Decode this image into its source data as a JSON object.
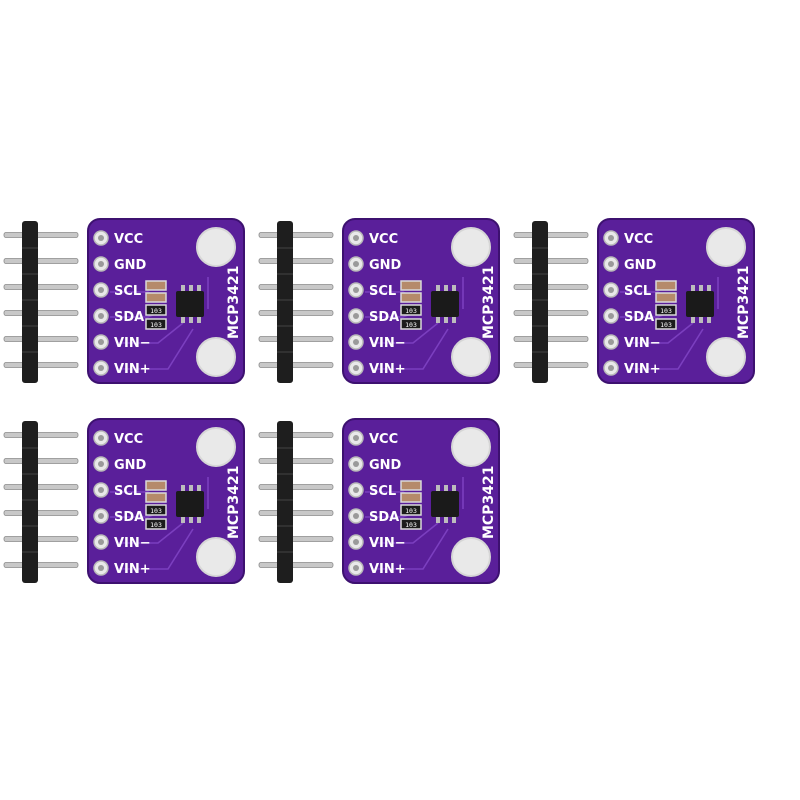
{
  "colors": {
    "pcb": "#5a1f9a",
    "pcb_edge": "#3d1170",
    "trace": "#7b3fbf",
    "pad": "#e9e9e9",
    "pad_ring": "#b9b9b9",
    "pin_metal": "#c8c8c8",
    "header_plastic": "#1e1e1e",
    "chip": "#1a1a1a",
    "cap": "#b58a6a",
    "resistor": "#1b1b1b"
  },
  "pin_labels": [
    "VCC",
    "GND",
    "SCL",
    "SDA",
    "VIN−",
    "VIN+"
  ],
  "chip_label": "MCP3421",
  "resistor_label": "103",
  "modules": [
    {
      "id": "module-1"
    },
    {
      "id": "module-2"
    },
    {
      "id": "module-3"
    },
    {
      "id": "module-4"
    },
    {
      "id": "module-5"
    }
  ]
}
